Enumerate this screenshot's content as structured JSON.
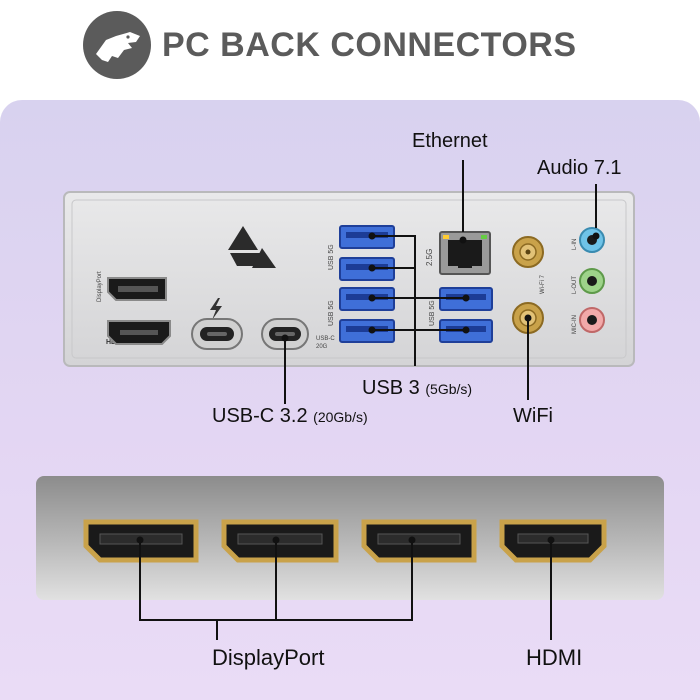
{
  "header": {
    "title": "PC BACK CONNECTORS",
    "logo_icon": "dinosaur-logo-icon"
  },
  "labels": {
    "ethernet": "Ethernet",
    "audio": "Audio 7.1",
    "usb3_main": "USB 3",
    "usb3_sub": "(5Gb/s)",
    "usbc_main": "USB-C 3.2",
    "usbc_sub": "(20Gb/s)",
    "wifi": "WiFi",
    "displayport": "DisplayPort",
    "hdmi": "HDMI"
  },
  "panel_text": {
    "hdmi_small": "HDMI",
    "dp_small": "DisplayPort",
    "usb5g_a": "USB 5G",
    "usb5g_b": "USB 5G",
    "usb5g_c": "USB 5G",
    "eth_speed": "2.5G",
    "usbc_small": "USB-C",
    "usbc_small2": "20G",
    "wifi_small": "Wi-Fi 7",
    "audio_lin": "L-IN",
    "audio_lout": "L-OUT",
    "audio_mic": "MIC-IN"
  },
  "colors": {
    "title": "#5b5b5b",
    "usb_blue": "#2f5fd0",
    "audio_blue": "#6fc3e8",
    "audio_green": "#9ed38a",
    "audio_pink": "#f2a9a9",
    "gold": "#c9a24a"
  }
}
